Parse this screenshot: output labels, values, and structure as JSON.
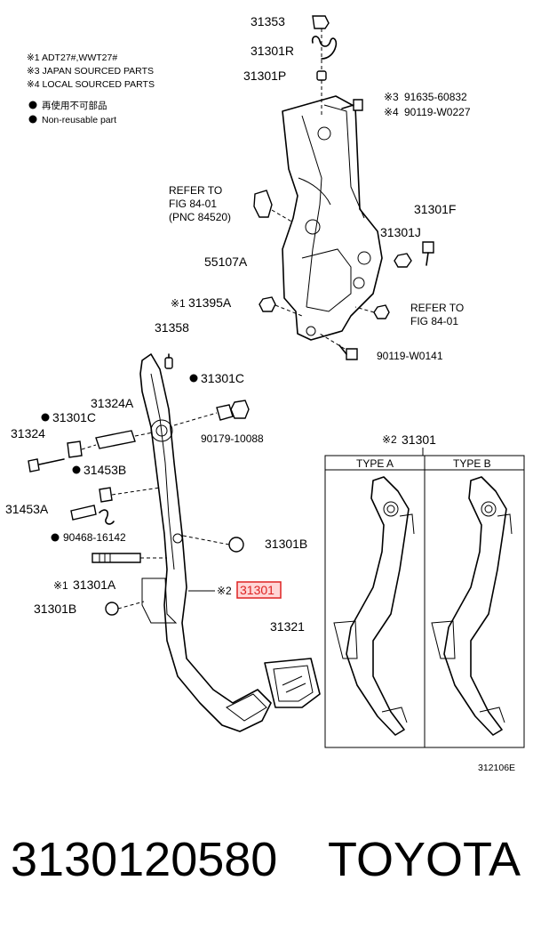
{
  "notes": {
    "n1": "※1 ADT27#,WWT27#",
    "n3": "※3 JAPAN SOURCED PARTS",
    "n4": "※4 LOCAL SOURCED PARTS",
    "legend_jp": "再使用不可部品",
    "legend_en": "Non-reusable part"
  },
  "labels": {
    "p31353": "31353",
    "p31301R": "31301R",
    "p31301P": "31301P",
    "n3mark": "※3",
    "p91635": "91635-60832",
    "n4mark": "※4",
    "p90119_0227": "90119-W0227",
    "refer1_l1": "REFER TO",
    "refer1_l2": "FIG 84-01",
    "refer1_l3": "(PNC 84520)",
    "p31301F": "31301F",
    "p31301J": "31301J",
    "p55107A": "55107A",
    "n1mark_a": "※1",
    "p31395A": "31395A",
    "refer2_l1": "REFER TO",
    "refer2_l2": "FIG 84-01",
    "p90119_0141": "90119-W0141",
    "p31358": "31358",
    "p31301C_a": "31301C",
    "p31324A": "31324A",
    "p90179": "90179-10088",
    "p31324": "31324",
    "p31301C_b": "31301C",
    "p31453B": "31453B",
    "p31453A": "31453A",
    "p90468": "90468-16142",
    "p31301B_r": "31301B",
    "n1mark_b": "※1",
    "p31301A": "31301A",
    "n2mark": "※2",
    "p31301_hl": "31301",
    "p31301B_l": "31301B",
    "p31321": "31321",
    "inset_n2": "※2",
    "inset_title": "31301",
    "type_a": "TYPE A",
    "type_b": "TYPE B",
    "fig_code": "312106E"
  },
  "bottom": {
    "part_number": "3130120580",
    "brand": "TOYOTA"
  },
  "colors": {
    "highlight_fill": "#ffd6d6",
    "highlight_stroke": "#dd2222",
    "line": "#000000"
  }
}
